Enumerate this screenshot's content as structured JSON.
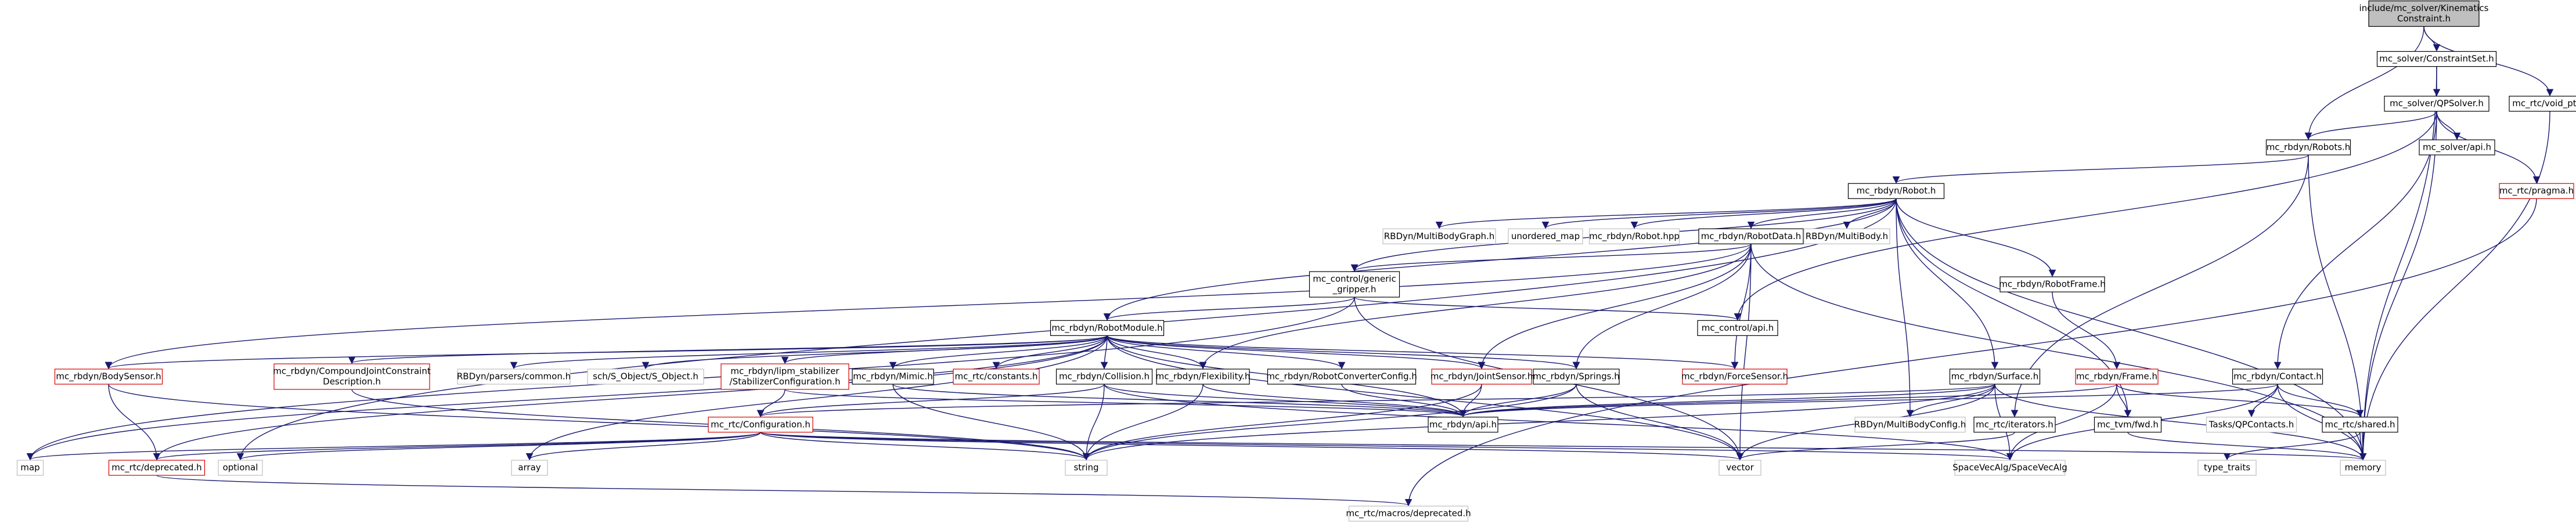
{
  "colors": {
    "edge": "#191970",
    "box_black": "#000000",
    "box_red": "#d40000",
    "box_gray": "#bfbfbf",
    "text": "#000000",
    "root_fill": "#bfbfbf"
  },
  "nodes": [
    {
      "id": "root",
      "lines": [
        "include/mc_solver/Kinematics",
        "Constraint.h"
      ],
      "style": "root"
    },
    {
      "id": "constraintset",
      "lines": [
        "mc_solver/ConstraintSet.h"
      ],
      "style": "black"
    },
    {
      "id": "qpsolver",
      "lines": [
        "mc_solver/QPSolver.h"
      ],
      "style": "black"
    },
    {
      "id": "voidptr",
      "lines": [
        "mc_rtc/void_ptr.h"
      ],
      "style": "black"
    },
    {
      "id": "robots",
      "lines": [
        "mc_rbdyn/Robots.h"
      ],
      "style": "black"
    },
    {
      "id": "solverapi",
      "lines": [
        "mc_solver/api.h"
      ],
      "style": "black"
    },
    {
      "id": "pragma",
      "lines": [
        "mc_rtc/pragma.h"
      ],
      "style": "red"
    },
    {
      "id": "robot",
      "lines": [
        "mc_rbdyn/Robot.h"
      ],
      "style": "black"
    },
    {
      "id": "mbgraph",
      "lines": [
        "RBDyn/MultiBodyGraph.h"
      ],
      "style": "gray"
    },
    {
      "id": "umap",
      "lines": [
        "unordered_map"
      ],
      "style": "gray"
    },
    {
      "id": "robothpp",
      "lines": [
        "mc_rbdyn/Robot.hpp"
      ],
      "style": "gray"
    },
    {
      "id": "robotdata",
      "lines": [
        "mc_rbdyn/RobotData.h"
      ],
      "style": "black"
    },
    {
      "id": "multibody",
      "lines": [
        "RBDyn/MultiBody.h"
      ],
      "style": "gray"
    },
    {
      "id": "gripper",
      "lines": [
        "mc_control/generic",
        "_gripper.h"
      ],
      "style": "black"
    },
    {
      "id": "robotframe",
      "lines": [
        "mc_rbdyn/RobotFrame.h"
      ],
      "style": "black"
    },
    {
      "id": "controlapi",
      "lines": [
        "mc_control/api.h"
      ],
      "style": "black"
    },
    {
      "id": "robotmodule",
      "lines": [
        "mc_rbdyn/RobotModule.h"
      ],
      "style": "black"
    },
    {
      "id": "bodysensor",
      "lines": [
        "mc_rbdyn/BodySensor.h"
      ],
      "style": "red"
    },
    {
      "id": "compound",
      "lines": [
        "mc_rbdyn/CompoundJointConstraint",
        "Description.h"
      ],
      "style": "red"
    },
    {
      "id": "parsers",
      "lines": [
        "RBDyn/parsers/common.h"
      ],
      "style": "gray"
    },
    {
      "id": "sch",
      "lines": [
        "sch/S_Object/S_Object.h"
      ],
      "style": "gray"
    },
    {
      "id": "lipm",
      "lines": [
        "mc_rbdyn/lipm_stabilizer",
        "/StabilizerConfiguration.h"
      ],
      "style": "red"
    },
    {
      "id": "mimic",
      "lines": [
        "mc_rbdyn/Mimic.h"
      ],
      "style": "black"
    },
    {
      "id": "constants",
      "lines": [
        "mc_rtc/constants.h"
      ],
      "style": "red"
    },
    {
      "id": "collision",
      "lines": [
        "mc_rbdyn/Collision.h"
      ],
      "style": "black"
    },
    {
      "id": "flexibility",
      "lines": [
        "mc_rbdyn/Flexibility.h"
      ],
      "style": "black"
    },
    {
      "id": "converter",
      "lines": [
        "mc_rbdyn/RobotConverterConfig.h"
      ],
      "style": "black"
    },
    {
      "id": "jointsensor",
      "lines": [
        "mc_rbdyn/JointSensor.h"
      ],
      "style": "red"
    },
    {
      "id": "springs",
      "lines": [
        "mc_rbdyn/Springs.h"
      ],
      "style": "black"
    },
    {
      "id": "forcesensor",
      "lines": [
        "mc_rbdyn/ForceSensor.h"
      ],
      "style": "red"
    },
    {
      "id": "surface",
      "lines": [
        "mc_rbdyn/Surface.h"
      ],
      "style": "black"
    },
    {
      "id": "frame",
      "lines": [
        "mc_rbdyn/Frame.h"
      ],
      "style": "red"
    },
    {
      "id": "contact",
      "lines": [
        "mc_rbdyn/Contact.h"
      ],
      "style": "black"
    },
    {
      "id": "configuration",
      "lines": [
        "mc_rtc/Configuration.h"
      ],
      "style": "red"
    },
    {
      "id": "rbdynapi",
      "lines": [
        "mc_rbdyn/api.h"
      ],
      "style": "black"
    },
    {
      "id": "mbconfig",
      "lines": [
        "RBDyn/MultiBodyConfig.h"
      ],
      "style": "gray"
    },
    {
      "id": "iterators",
      "lines": [
        "mc_rtc/iterators.h"
      ],
      "style": "black"
    },
    {
      "id": "fwd",
      "lines": [
        "mc_tvm/fwd.h"
      ],
      "style": "black"
    },
    {
      "id": "qpcontacts",
      "lines": [
        "Tasks/QPContacts.h"
      ],
      "style": "gray"
    },
    {
      "id": "shared",
      "lines": [
        "mc_rtc/shared.h"
      ],
      "style": "black"
    },
    {
      "id": "map",
      "lines": [
        "map"
      ],
      "style": "gray"
    },
    {
      "id": "deprecated",
      "lines": [
        "mc_rtc/deprecated.h"
      ],
      "style": "red"
    },
    {
      "id": "optional",
      "lines": [
        "optional"
      ],
      "style": "gray"
    },
    {
      "id": "array",
      "lines": [
        "array"
      ],
      "style": "gray"
    },
    {
      "id": "string",
      "lines": [
        "string"
      ],
      "style": "gray"
    },
    {
      "id": "vector",
      "lines": [
        "vector"
      ],
      "style": "gray"
    },
    {
      "id": "spacevec",
      "lines": [
        "SpaceVecAlg/SpaceVecAlg"
      ],
      "style": "gray"
    },
    {
      "id": "memory",
      "lines": [
        "memory"
      ],
      "style": "gray"
    },
    {
      "id": "typetraits",
      "lines": [
        "type_traits"
      ],
      "style": "gray"
    },
    {
      "id": "macrosdep",
      "lines": [
        "mc_rtc/macros/deprecated.h"
      ],
      "style": "gray"
    }
  ],
  "edges": [
    [
      "root",
      "constraintset"
    ],
    [
      "root",
      "robots"
    ],
    [
      "root",
      "voidptr"
    ],
    [
      "constraintset",
      "qpsolver"
    ],
    [
      "constraintset",
      "memory"
    ],
    [
      "qpsolver",
      "robots"
    ],
    [
      "qpsolver",
      "solverapi"
    ],
    [
      "qpsolver",
      "pragma"
    ],
    [
      "qpsolver",
      "contact"
    ],
    [
      "qpsolver",
      "controlapi"
    ],
    [
      "qpsolver",
      "memory"
    ],
    [
      "voidptr",
      "memory"
    ],
    [
      "robots",
      "robot"
    ],
    [
      "robots",
      "iterators"
    ],
    [
      "robots",
      "memory"
    ],
    [
      "pragma",
      "macrosdep"
    ],
    [
      "robot",
      "mbgraph"
    ],
    [
      "robot",
      "umap"
    ],
    [
      "robot",
      "robothpp"
    ],
    [
      "robot",
      "robotdata"
    ],
    [
      "robot",
      "multibody"
    ],
    [
      "robot",
      "gripper"
    ],
    [
      "robot",
      "robotframe"
    ],
    [
      "robot",
      "robotmodule"
    ],
    [
      "robot",
      "surface"
    ],
    [
      "robot",
      "mbconfig"
    ],
    [
      "robot",
      "fwd"
    ],
    [
      "robot",
      "optional"
    ],
    [
      "robot",
      "memory"
    ],
    [
      "robotdata",
      "gripper"
    ],
    [
      "robotdata",
      "bodysensor"
    ],
    [
      "robotdata",
      "jointsensor"
    ],
    [
      "robotdata",
      "forcesensor"
    ],
    [
      "robotdata",
      "springs"
    ],
    [
      "robotdata",
      "flexibility"
    ],
    [
      "robotdata",
      "vector"
    ],
    [
      "robotdata",
      "memory"
    ],
    [
      "gripper",
      "robotmodule"
    ],
    [
      "gripper",
      "controlapi"
    ],
    [
      "gripper",
      "map"
    ],
    [
      "gripper",
      "vector"
    ],
    [
      "robotframe",
      "frame"
    ],
    [
      "robotmodule",
      "bodysensor"
    ],
    [
      "robotmodule",
      "compound"
    ],
    [
      "robotmodule",
      "parsers"
    ],
    [
      "robotmodule",
      "sch"
    ],
    [
      "robotmodule",
      "lipm"
    ],
    [
      "robotmodule",
      "mimic"
    ],
    [
      "robotmodule",
      "constants"
    ],
    [
      "robotmodule",
      "collision"
    ],
    [
      "robotmodule",
      "flexibility"
    ],
    [
      "robotmodule",
      "converter"
    ],
    [
      "robotmodule",
      "jointsensor"
    ],
    [
      "robotmodule",
      "springs"
    ],
    [
      "robotmodule",
      "forcesensor"
    ],
    [
      "robotmodule",
      "deprecated"
    ],
    [
      "robotmodule",
      "map"
    ],
    [
      "robotmodule",
      "array"
    ],
    [
      "robotmodule",
      "rbdynapi"
    ],
    [
      "robotmodule",
      "vector"
    ],
    [
      "bodysensor",
      "deprecated"
    ],
    [
      "bodysensor",
      "string"
    ],
    [
      "compound",
      "string"
    ],
    [
      "lipm",
      "configuration"
    ],
    [
      "lipm",
      "rbdynapi"
    ],
    [
      "mimic",
      "rbdynapi"
    ],
    [
      "mimic",
      "string"
    ],
    [
      "collision",
      "configuration"
    ],
    [
      "collision",
      "rbdynapi"
    ],
    [
      "collision",
      "string"
    ],
    [
      "collision",
      "spacevec"
    ],
    [
      "flexibility",
      "rbdynapi"
    ],
    [
      "flexibility",
      "string"
    ],
    [
      "converter",
      "rbdynapi"
    ],
    [
      "jointsensor",
      "rbdynapi"
    ],
    [
      "jointsensor",
      "string"
    ],
    [
      "springs",
      "rbdynapi"
    ],
    [
      "springs",
      "string"
    ],
    [
      "springs",
      "vector"
    ],
    [
      "surface",
      "configuration"
    ],
    [
      "surface",
      "rbdynapi"
    ],
    [
      "surface",
      "mbconfig"
    ],
    [
      "surface",
      "spacevec"
    ],
    [
      "surface",
      "vector"
    ],
    [
      "surface",
      "string"
    ],
    [
      "surface",
      "memory"
    ],
    [
      "frame",
      "rbdynapi"
    ],
    [
      "frame",
      "fwd"
    ],
    [
      "frame",
      "shared"
    ],
    [
      "frame",
      "spacevec"
    ],
    [
      "contact",
      "rbdynapi"
    ],
    [
      "contact",
      "qpcontacts"
    ],
    [
      "contact",
      "shared"
    ],
    [
      "contact",
      "spacevec"
    ],
    [
      "contact",
      "memory"
    ],
    [
      "configuration",
      "map"
    ],
    [
      "configuration",
      "deprecated"
    ],
    [
      "configuration",
      "optional"
    ],
    [
      "configuration",
      "array"
    ],
    [
      "configuration",
      "string"
    ],
    [
      "configuration",
      "vector"
    ],
    [
      "configuration",
      "memory"
    ],
    [
      "configuration",
      "spacevec"
    ],
    [
      "iterators",
      "vector"
    ],
    [
      "fwd",
      "memory"
    ],
    [
      "shared",
      "memory"
    ],
    [
      "shared",
      "typetraits"
    ],
    [
      "deprecated",
      "macrosdep"
    ]
  ]
}
